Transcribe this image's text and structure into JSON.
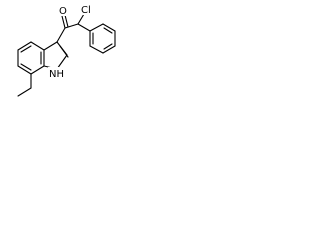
{
  "molecule": {
    "atoms": {
      "oxygen": "O",
      "chlorine": "Cl",
      "nitrogen_h": "NH"
    }
  },
  "colors": {
    "bond": "#000000",
    "background": "#ffffff"
  }
}
